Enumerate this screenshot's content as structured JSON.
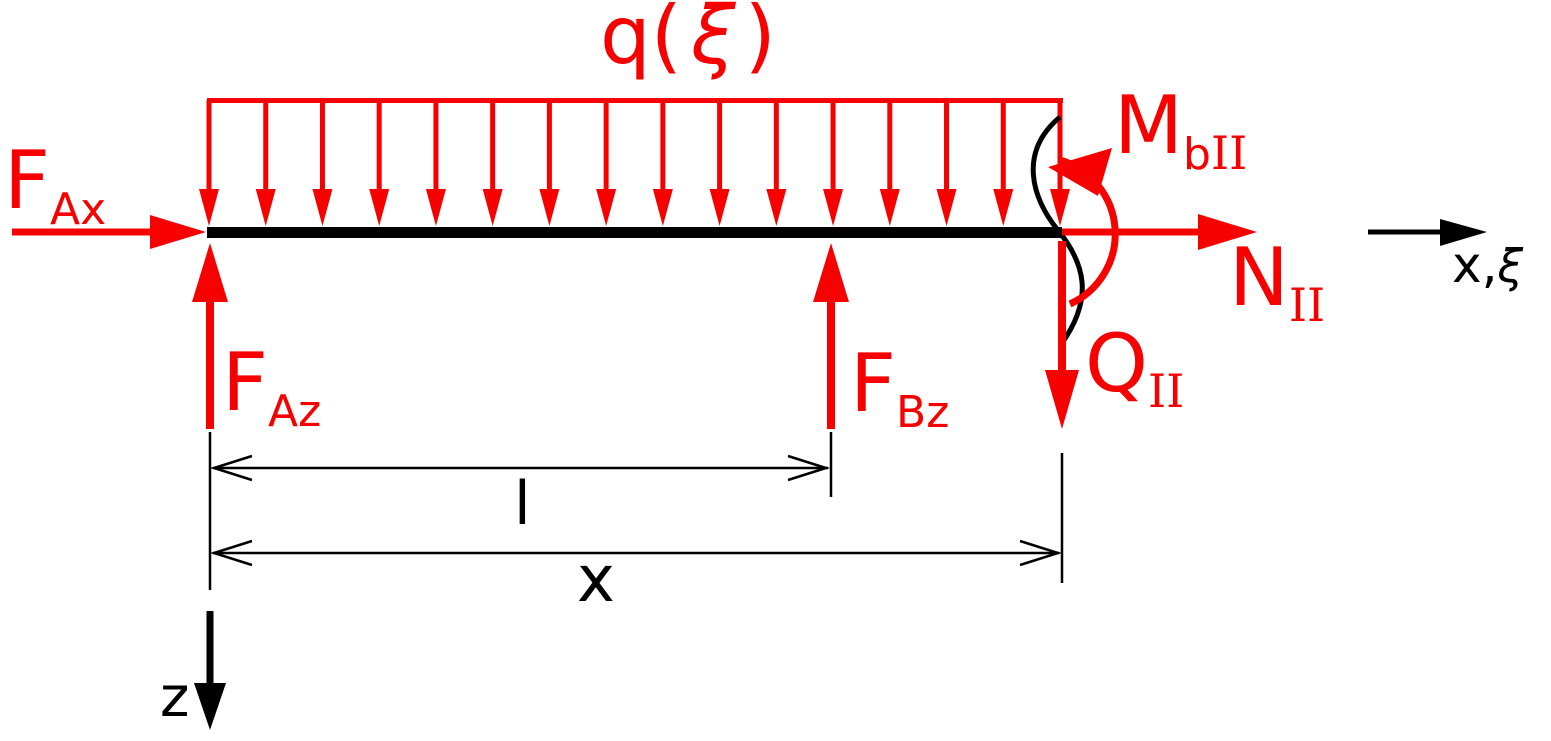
{
  "colors": {
    "force_red": "#f70100",
    "ink": "#000000",
    "background": "#ffffff"
  },
  "beam_diagram": {
    "distributed_load_label": {
      "prefix": "q(",
      "xi": "ξ",
      "suffix": ")"
    },
    "forces": {
      "f_ax": {
        "main": "F",
        "sub": "Ax"
      },
      "f_az": {
        "main": "F",
        "sub": "Az"
      },
      "f_bz": {
        "main": "F",
        "sub": "Bz"
      },
      "m_bii": {
        "main": "M",
        "sub_sans": "b",
        "sub_serif": "II"
      },
      "n_ii": {
        "main": "N",
        "sub_serif": "II"
      },
      "q_ii": {
        "main": "Q",
        "sub_serif": "II"
      }
    },
    "axes": {
      "x_axis": {
        "prefix": "x,",
        "xi": "ξ"
      },
      "z_axis": "z"
    },
    "dimensions": {
      "l": "l",
      "x": "x"
    },
    "load": {
      "arrow_count": 16
    }
  }
}
